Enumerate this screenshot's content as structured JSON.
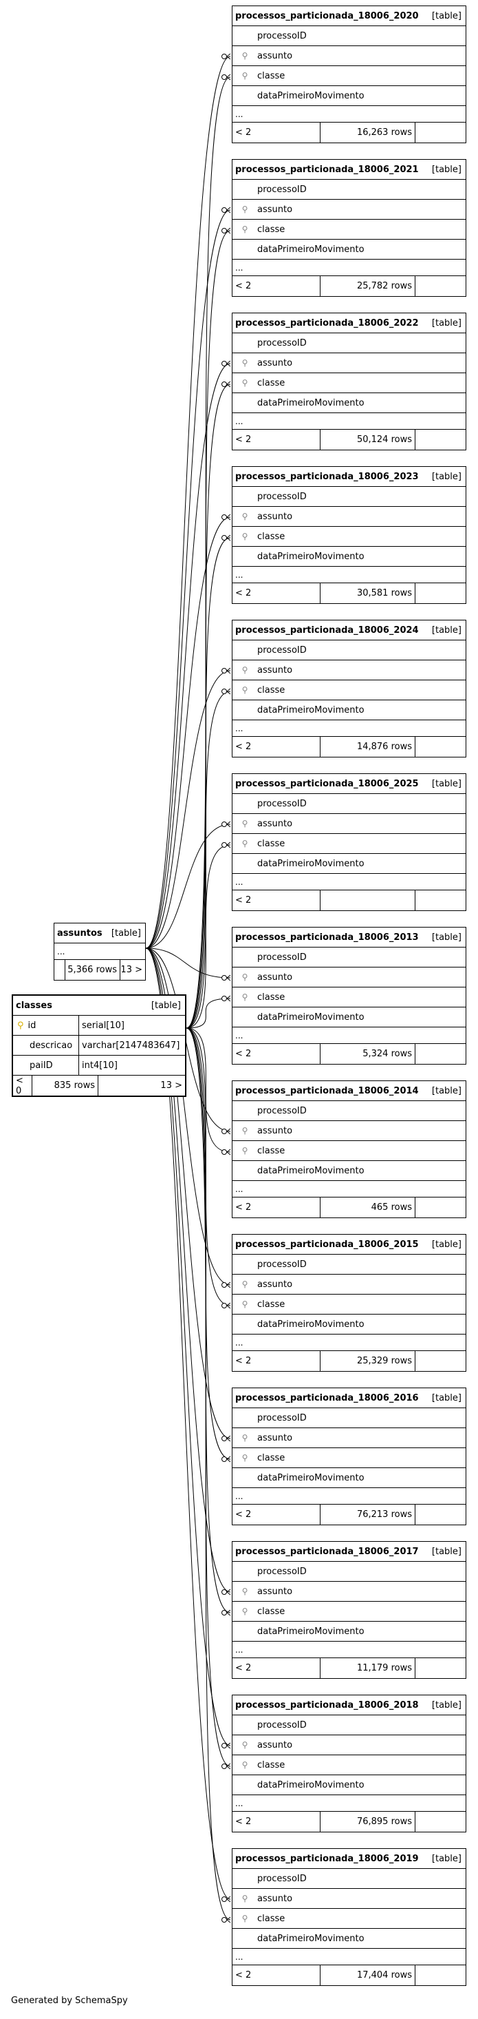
{
  "footer": "Generated by SchemaSpy",
  "assuntos": {
    "name": "assuntos",
    "kind": "[table]",
    "more": "...",
    "left": "",
    "rows": "5,366 rows",
    "right": "13 >"
  },
  "classes": {
    "name": "classes",
    "kind": "[table]",
    "columns": [
      {
        "name": "id",
        "type": "serial[10]",
        "pk": true
      },
      {
        "name": "descricao",
        "type": "varchar[2147483647]",
        "pk": false
      },
      {
        "name": "paiID",
        "type": "int4[10]",
        "pk": false
      }
    ],
    "left": "< 0",
    "rows": "835 rows",
    "right": "13 >"
  },
  "partition_columns": [
    "processoID",
    "assunto",
    "classe",
    "dataPrimeiroMovimento"
  ],
  "partitions": [
    {
      "name": "processos_particionada_18006_2020",
      "kind": "[table]",
      "more": "...",
      "left": "< 2",
      "rows": "16,263 rows"
    },
    {
      "name": "processos_particionada_18006_2021",
      "kind": "[table]",
      "more": "...",
      "left": "< 2",
      "rows": "25,782 rows"
    },
    {
      "name": "processos_particionada_18006_2022",
      "kind": "[table]",
      "more": "...",
      "left": "< 2",
      "rows": "50,124 rows"
    },
    {
      "name": "processos_particionada_18006_2023",
      "kind": "[table]",
      "more": "...",
      "left": "< 2",
      "rows": "30,581 rows"
    },
    {
      "name": "processos_particionada_18006_2024",
      "kind": "[table]",
      "more": "...",
      "left": "< 2",
      "rows": "14,876 rows"
    },
    {
      "name": "processos_particionada_18006_2025",
      "kind": "[table]",
      "more": "...",
      "left": "< 2",
      "rows": ""
    },
    {
      "name": "processos_particionada_18006_2013",
      "kind": "[table]",
      "more": "...",
      "left": "< 2",
      "rows": "5,324 rows"
    },
    {
      "name": "processos_particionada_18006_2014",
      "kind": "[table]",
      "more": "...",
      "left": "< 2",
      "rows": "465 rows"
    },
    {
      "name": "processos_particionada_18006_2015",
      "kind": "[table]",
      "more": "...",
      "left": "< 2",
      "rows": "25,329 rows"
    },
    {
      "name": "processos_particionada_18006_2016",
      "kind": "[table]",
      "more": "...",
      "left": "< 2",
      "rows": "76,213 rows"
    },
    {
      "name": "processos_particionada_18006_2017",
      "kind": "[table]",
      "more": "...",
      "left": "< 2",
      "rows": "11,179 rows"
    },
    {
      "name": "processos_particionada_18006_2018",
      "kind": "[table]",
      "more": "...",
      "left": "< 2",
      "rows": "76,895 rows"
    },
    {
      "name": "processos_particionada_18006_2019",
      "kind": "[table]",
      "more": "...",
      "left": "< 2",
      "rows": "17,404 rows"
    }
  ]
}
